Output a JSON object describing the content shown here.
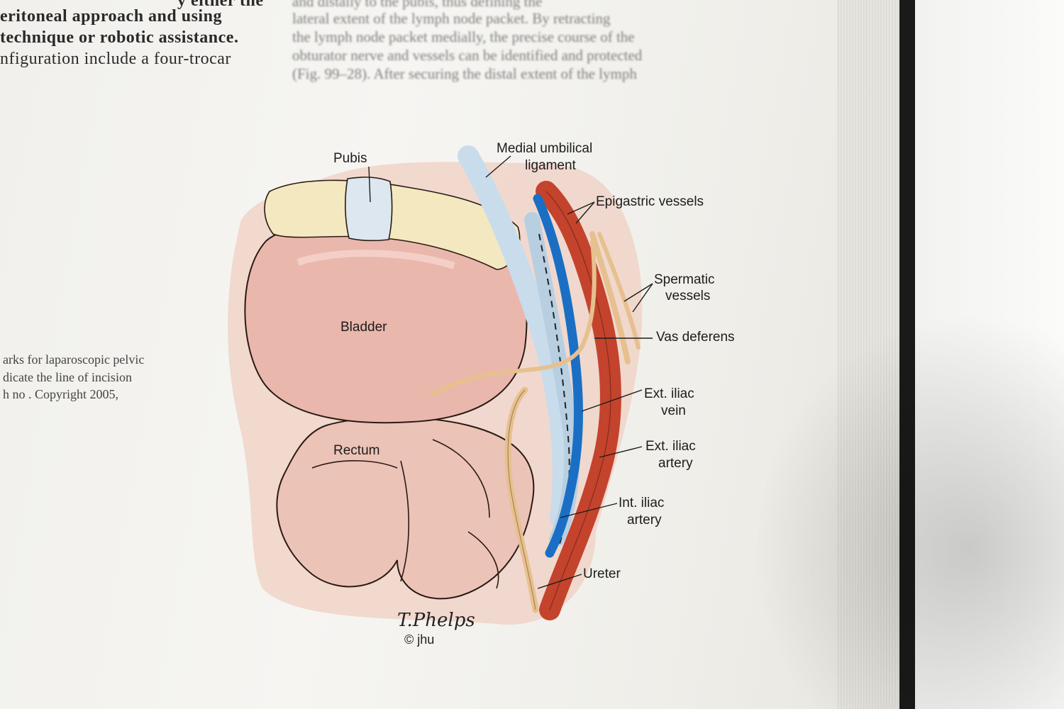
{
  "book": {
    "left_column_lines": [
      {
        "text": "eritoneal approach and using",
        "bold": true
      },
      {
        "text": "technique or robotic assistance.",
        "bold": true
      },
      {
        "text": "nfiguration include a four-trocar",
        "bold": false
      }
    ],
    "left_column_top_fragment": "y either the",
    "right_column_lines": [
      "lateral extent of the lymph node packet. By retracting",
      "the lymph node packet medially, the precise course of the",
      "obturator nerve and vessels can be identified and protected",
      "(Fig. 99–28). After securing the distal extent of the lymph"
    ],
    "right_column_top_fragment": "and distally to the pubis, thus defining the",
    "caption_lines": [
      "arks for laparoscopic pelvic",
      "dicate the line of incision",
      "h no   . Copyright 2005,"
    ]
  },
  "figure": {
    "labels": {
      "pubis": "Pubis",
      "medial_umbilical_1": "Medial umbilical",
      "medial_umbilical_2": "ligament",
      "epigastric": "Epigastric vessels",
      "spermatic_1": "Spermatic",
      "spermatic_2": "vessels",
      "vas_deferens": "Vas deferens",
      "bladder": "Bladder",
      "ext_iliac_vein_1": "Ext. iliac",
      "ext_iliac_vein_2": "vein",
      "ext_iliac_artery_1": "Ext. iliac",
      "ext_iliac_artery_2": "artery",
      "rectum": "Rectum",
      "int_iliac_artery_1": "Int. iliac",
      "int_iliac_artery_2": "artery",
      "ureter": "Ureter"
    },
    "signature": "T.Phelps",
    "copyright": "© jhu",
    "colors": {
      "bladder": "#eab7ad",
      "pubis_bone": "#f3e8c0",
      "pubis_symphysis": "#dde7ef",
      "vein": "#1a6fc4",
      "artery": "#c4432c",
      "nerve_ureter": "#e7c08f",
      "lymphatic": "#c8dcec",
      "rectum": "#ecc3b7",
      "background_wash": "#f0d3c8"
    }
  }
}
